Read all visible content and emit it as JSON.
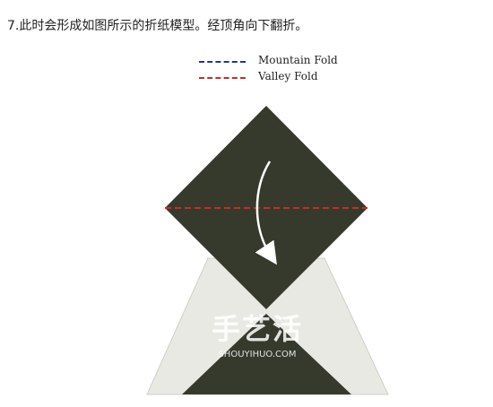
{
  "step_text": "7.此时会形成如图所示的折纸模型。经顶角向下翻折。",
  "legend": {
    "mountain": "Mountain Fold",
    "valley": "Valley Fold"
  },
  "watermark": {
    "cn": "手艺活",
    "en": "SHOUYIHUO.COM"
  },
  "colors": {
    "paper_dark": "#353a2c",
    "paper_light": "#e9e9e3",
    "mountain_line": "#2b3580",
    "valley_line": "#cc2a2a",
    "arrow": "#ffffff"
  }
}
